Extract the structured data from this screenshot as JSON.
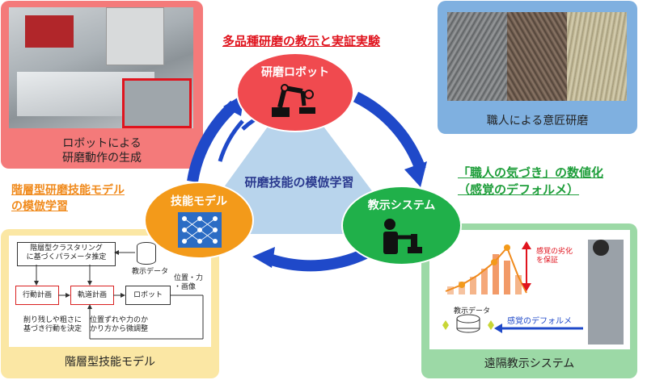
{
  "top_heading": "多品種研磨の教示と実証実験",
  "center_label": "研磨技能の模倣学習",
  "nodes": {
    "robot": "研磨ロボット",
    "skill": "技能モデル",
    "teach": "教示システム"
  },
  "panels": {
    "top_left_caption": "ロボットによる\n研磨動作の生成",
    "top_right_caption": "職人による意匠研磨",
    "bottom_left_caption": "階層型技能モデル",
    "bottom_right_caption": "遠隔教示システム"
  },
  "left_heading": "階層型研磨技能モデル\nの模倣学習",
  "right_heading": "「職人の気づき」の数値化\n（感覚のデフォルメ）",
  "model_diagram": {
    "cluster_box": "階層型クラスタリング\nに基づくパラメータ推定",
    "db_label": "教示データ",
    "action_plan": "行動計画",
    "trajectory_plan": "軌道計画",
    "robot_box": "ロボット",
    "feedback_label": "位置・力\n・画像",
    "note_left": "削り残しや粗さに\n基づき行動を決定",
    "note_right": "位置ずれや力のか\nかり方から微調整"
  },
  "teach_diagram": {
    "annotation": "感覚の劣化\nを保証",
    "db_label": "教示データ",
    "deform_label": "感覚のデフォルメ"
  },
  "colors": {
    "red_node": "#f04a4f",
    "orange_node": "#f39a1a",
    "green_node": "#20b04a",
    "triangle": "#b8d4ec",
    "arrow_blue": "#1f49c9",
    "panel_red": "#f47a7a",
    "panel_blue": "#7fb0e0",
    "panel_yellow": "#fbe7a4",
    "panel_green": "#9cd9a6"
  }
}
